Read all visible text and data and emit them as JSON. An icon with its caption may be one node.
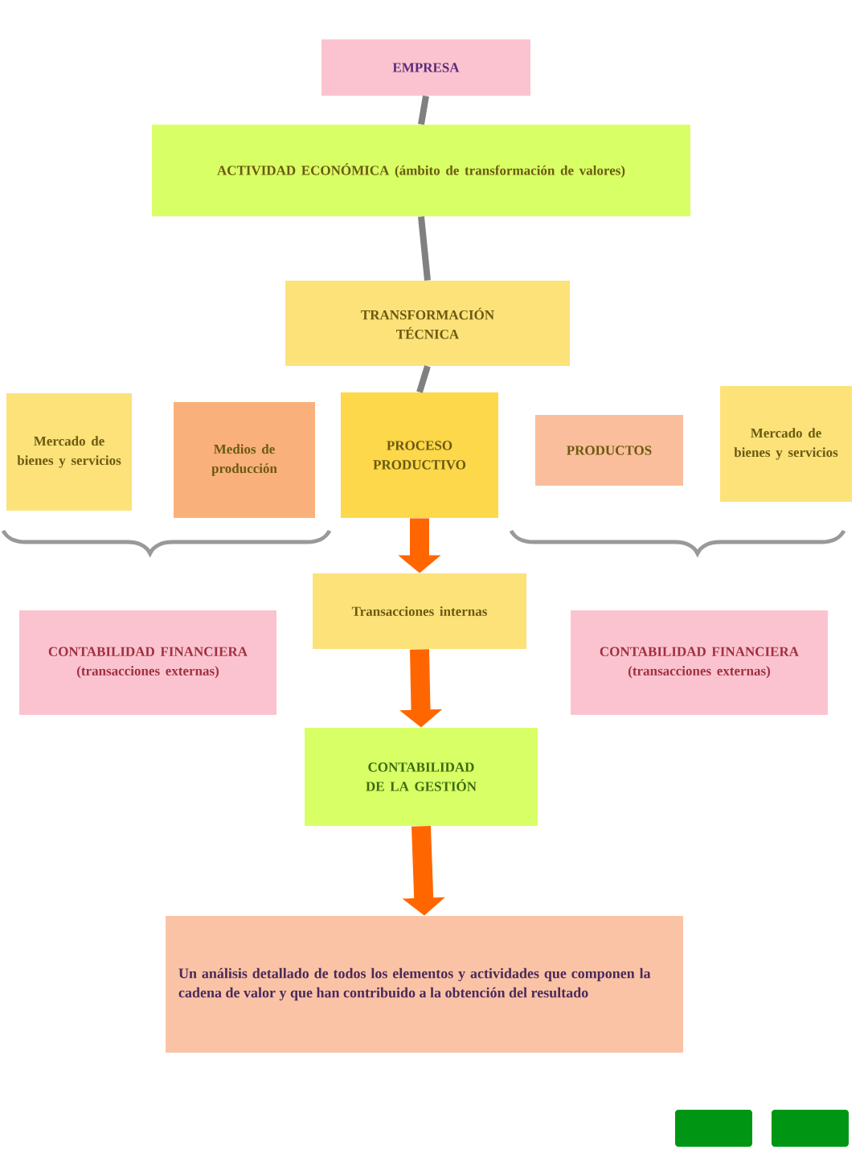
{
  "diagram": {
    "nodes": [
      {
        "text": [
          "EMPRESA"
        ]
      },
      {
        "text": [
          "ACTIVIDAD ECONÓMICA (ámbito de transformación de valores)"
        ]
      },
      {
        "text": [
          "TRANSFORMACIÓN TÉCNICA"
        ]
      },
      {
        "text": [
          "Mercado de bienes y servicios"
        ]
      },
      {
        "text": [
          "Medios de producción"
        ]
      },
      {
        "text": [
          "PROCESO PRODUCTIVO"
        ]
      },
      {
        "text": [
          "PRODUCTOS"
        ]
      },
      {
        "text": [
          "Mercado de bienes y servicios"
        ]
      },
      {
        "text": [
          "CONTABILIDAD FINANCIERA (transacciones externas)"
        ]
      },
      {
        "text": [
          "Transacciones internas"
        ]
      },
      {
        "text": [
          "CONTABILIDAD FINANCIERA (transacciones externas)"
        ]
      },
      {
        "text": [
          "CONTABILIDAD DE LA GESTIÓN"
        ]
      },
      {
        "text": [
          "Un análisis detallado de todos los elementos y actividades que componen la cadena de valor y que han contribuido a la obtención del resultado"
        ]
      }
    ],
    "edges": [
      {
        "from": 0,
        "to": 1,
        "arrow": "none"
      },
      {
        "from": 1,
        "to": 2,
        "arrow": "none"
      },
      {
        "from": 2,
        "to": 5,
        "arrow": "none"
      },
      {
        "from": 5,
        "to": 9,
        "arrow": "to",
        "style": "thick",
        "color": "#ff6600"
      },
      {
        "from": 9,
        "to": 11,
        "arrow": "to",
        "style": "thick",
        "color": "#ff6600"
      },
      {
        "from": 11,
        "to": 12,
        "arrow": "to",
        "style": "thick",
        "color": "#ff6600"
      }
    ]
  }
}
